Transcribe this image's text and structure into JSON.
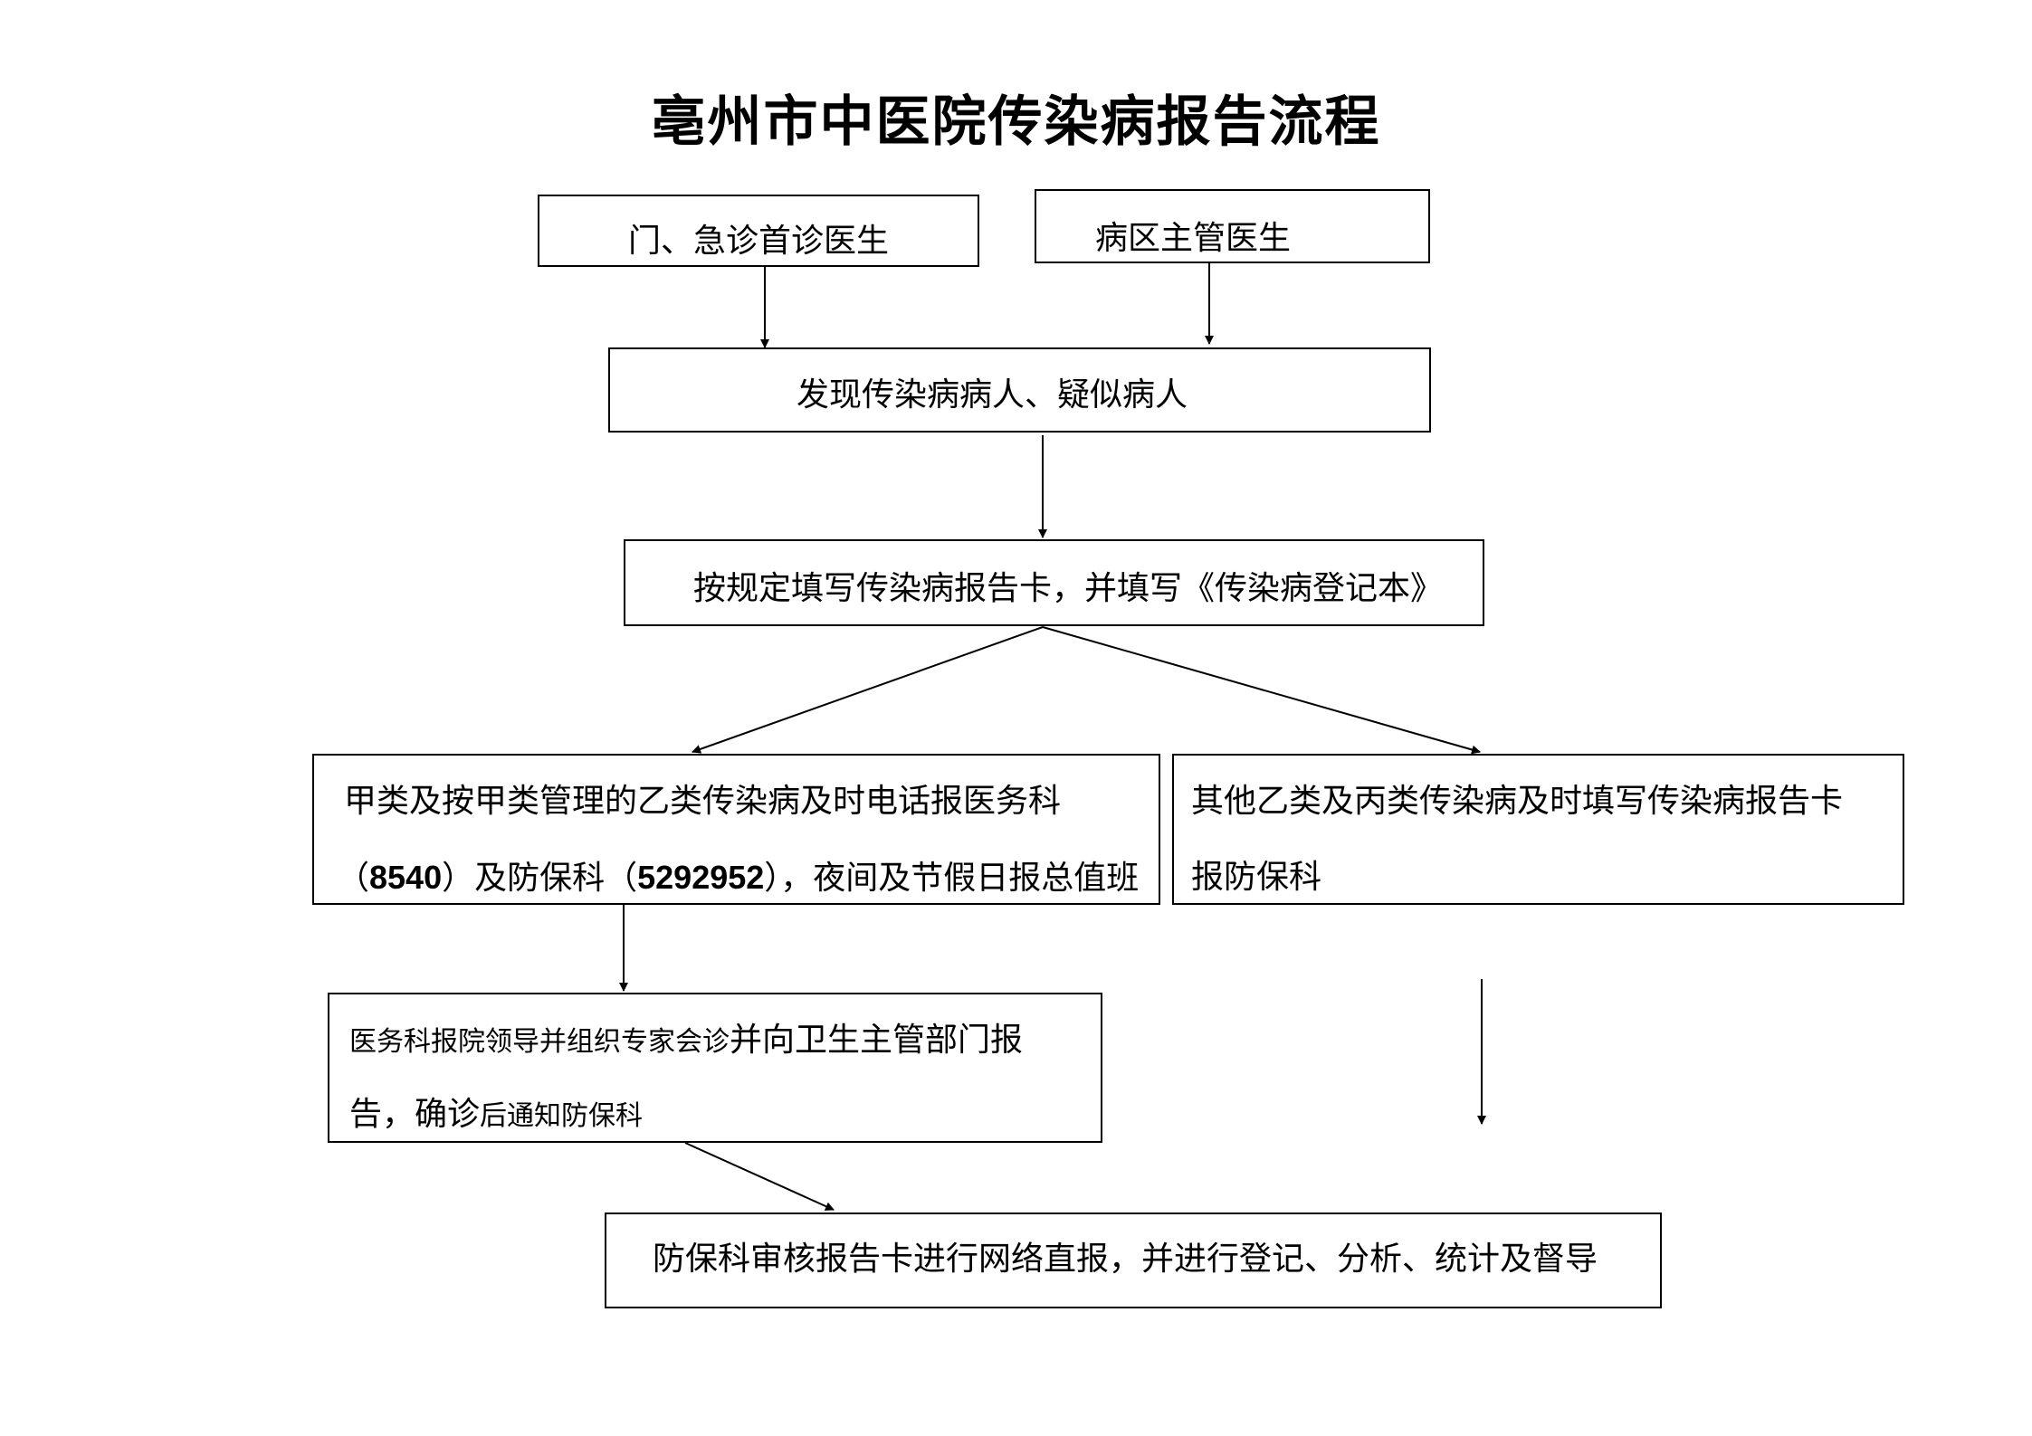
{
  "title": "亳州市中医院传染病报告流程",
  "nodes": {
    "outpatient_doctor": "门、急诊首诊医生",
    "ward_doctor": "病区主管医生",
    "discover": "发现传染病病人、疑似病人",
    "fill_card": "按规定填写传染病报告卡，并填写《传染病登记本》",
    "class_a": {
      "line1": "甲类及按甲类管理的乙类传染病及时电话报医务科",
      "line2_pre": "（",
      "phone_medical": "8540",
      "line2_mid": "）及防保科（",
      "phone_prevention": "5292952",
      "line2_post": "），夜间及节假日报总值班"
    },
    "other_classes": {
      "line1": "其他乙类及丙类传染病及时填写传染病报告卡",
      "line2": "报防保科"
    },
    "medical_dept": {
      "line1_small": "医务科报院领导并组织专家会诊",
      "line1_rest": "并向卫生主管部门报",
      "line2_pre": "告，确诊",
      "line2_small": "后通知防保科"
    },
    "prevention_dept": "防保科审核报告卡进行网络直报，并进行登记、分析、统计及督导"
  }
}
